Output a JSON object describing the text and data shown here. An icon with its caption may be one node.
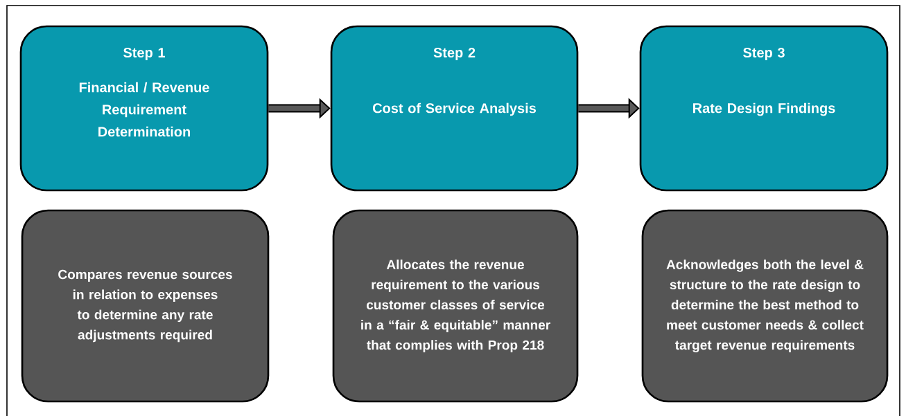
{
  "diagram": {
    "nodes": [
      {
        "text": [
          "Step 1",
          "Financial / Revenue Requirement Determination"
        ]
      },
      {
        "text": [
          "Step 2",
          "Cost of Service Analysis"
        ]
      },
      {
        "text": [
          "Step 3",
          "Rate Design Findings"
        ]
      },
      {
        "text": [
          "Compares revenue sources in relation to expenses to determine any rate adjustments required"
        ]
      },
      {
        "text": [
          "Allocates the revenue requirement to the various customer classes of service in a “fair & equitable” manner that complies with Prop 218"
        ]
      },
      {
        "text": [
          "Acknowledges both the level & structure to the rate design to determine the best method to meet customer needs & collect target revenue requirements"
        ]
      }
    ],
    "edges": [
      {
        "from": 0,
        "to": 1,
        "arrow": "to"
      },
      {
        "from": 1,
        "to": 2,
        "arrow": "to"
      }
    ]
  }
}
